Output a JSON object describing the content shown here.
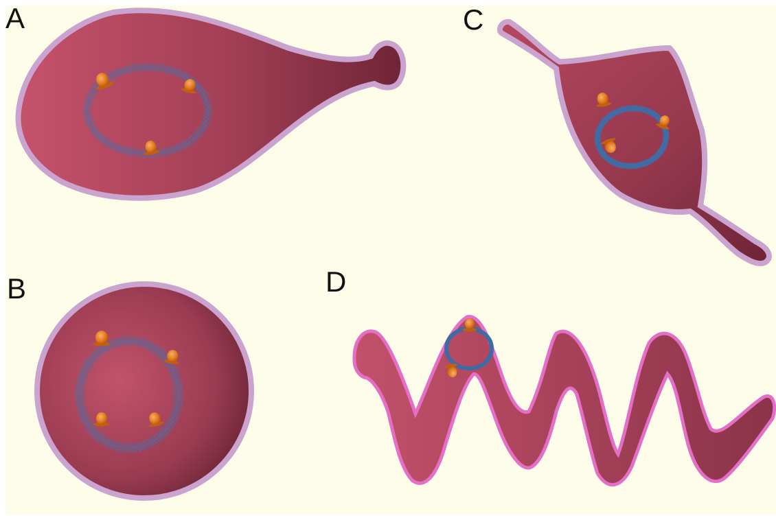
{
  "panels": [
    {
      "label": "A",
      "shape": "teardrop-with-stalk"
    },
    {
      "label": "B",
      "shape": "round"
    },
    {
      "label": "C",
      "shape": "spindle"
    },
    {
      "label": "D",
      "shape": "zigzag"
    }
  ],
  "colors": {
    "background": "#fefde9",
    "cell_fill_light": "#c14f62",
    "cell_fill_dark": "#7a2a3e",
    "membrane_a_b_c": "#caa3cf",
    "membrane_d": "#e46fc6",
    "ring": "#456c9c",
    "marker": "#e07b1f"
  }
}
